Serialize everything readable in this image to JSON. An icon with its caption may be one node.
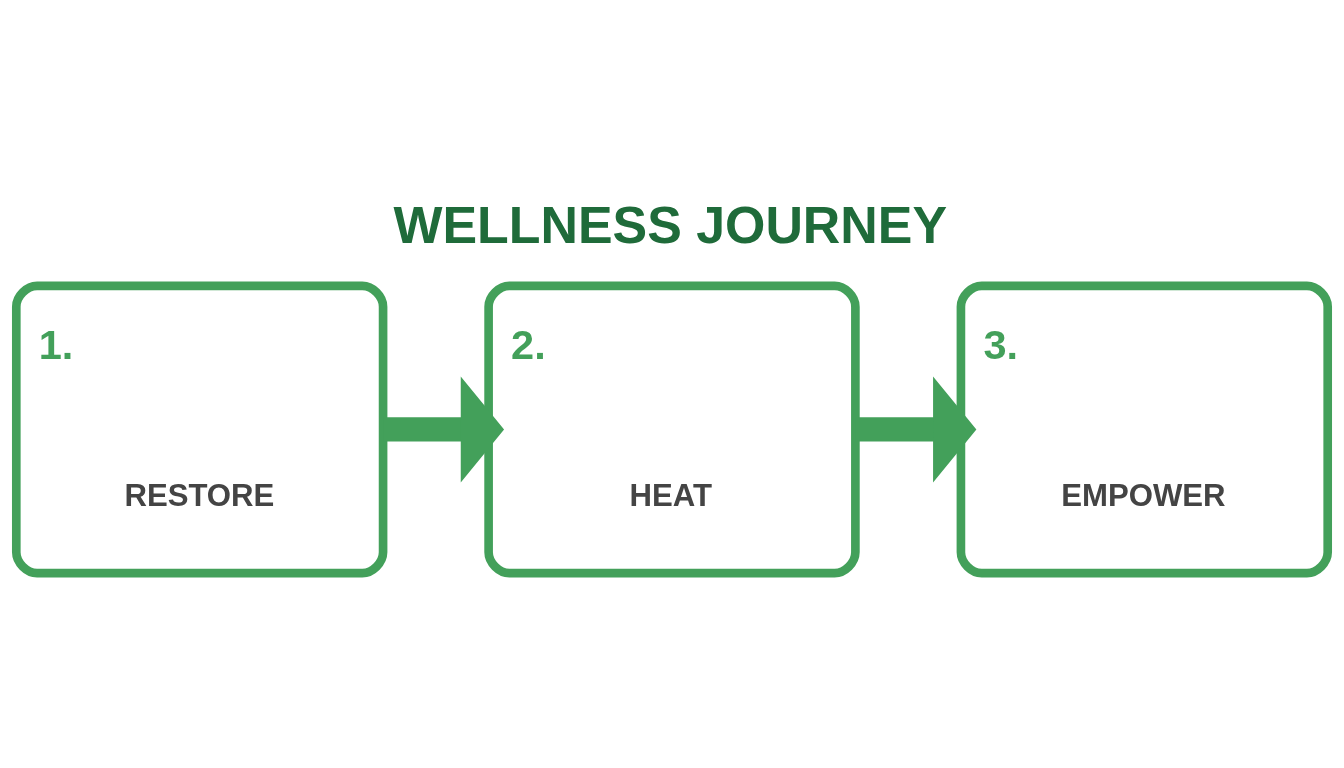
{
  "diagram": {
    "title": "WELLNESS JOURNEY",
    "nodes": [
      {
        "text": [
          "1.",
          "RESTORE"
        ]
      },
      {
        "text": [
          "2.",
          "HEAT"
        ]
      },
      {
        "text": [
          "3.",
          "EMPOWER"
        ]
      }
    ],
    "edges": [
      {
        "from": 0,
        "to": 1,
        "arrow": "to"
      },
      {
        "from": 1,
        "to": 2,
        "arrow": "to"
      }
    ]
  }
}
